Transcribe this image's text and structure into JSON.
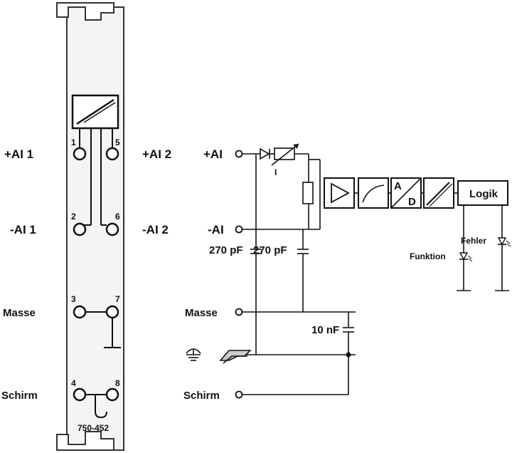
{
  "module": {
    "part_number": "750-452",
    "left_labels": {
      "ai1_plus": "+AI 1",
      "ai1_minus": "-AI 1",
      "masse": "Masse",
      "schirm": "Schirm"
    },
    "right_labels": {
      "ai2_plus": "+AI 2",
      "ai2_minus": "-AI 2"
    },
    "terminal_numbers": [
      "1",
      "2",
      "3",
      "4",
      "5",
      "6",
      "7",
      "8"
    ]
  },
  "schematic": {
    "inputs": {
      "ai_plus": "+AI",
      "ai_minus": "-AI",
      "masse": "Masse",
      "schirm": "Schirm"
    },
    "current_label": "I",
    "capacitors": {
      "c1": "270 pF",
      "c2": "270 pF",
      "c3": "10 nF"
    },
    "adc_top": "A",
    "adc_bottom": "D",
    "logic_label": "Logik",
    "led_error": "Fehler",
    "led_function": "Funktion"
  }
}
